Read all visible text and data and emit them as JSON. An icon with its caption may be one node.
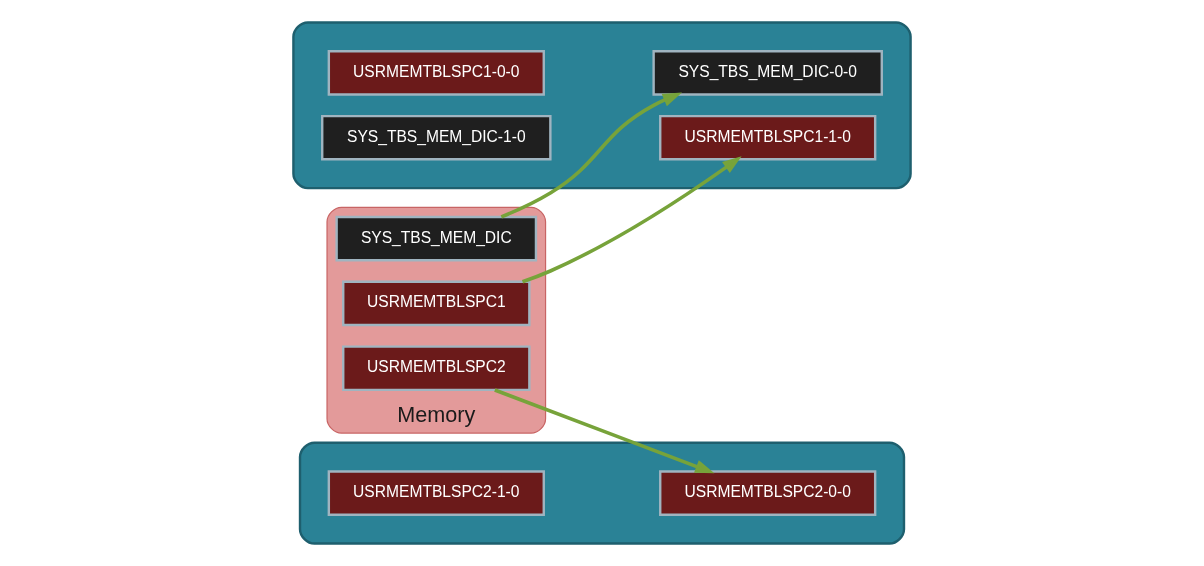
{
  "diagram": {
    "nodes": [
      {
        "text": [
          "Memory"
        ]
      },
      {
        "text": [
          "SYS_TBS_MEM_DIC"
        ],
        "in": 0
      },
      {
        "text": [
          "USRMEMTBLSPC1"
        ],
        "in": 0
      },
      {
        "text": [
          "USRMEMTBLSPC2"
        ],
        "in": 0
      },
      {
        "text": [],
        "shape": "cylinder"
      },
      {
        "text": [
          "SYS_TBS_MEM_DIC-0-0"
        ],
        "in": 4
      },
      {
        "text": [
          "USRMEMTBLSPC1-0-0"
        ],
        "in": 4
      },
      {
        "text": [
          "SYS_TBS_MEM_DIC-1-0"
        ],
        "in": 4
      },
      {
        "text": [
          "USRMEMTBLSPC1-1-0"
        ],
        "in": 4
      },
      {
        "text": [],
        "shape": "cylinder"
      },
      {
        "text": [
          "USRMEMTBLSPC2-0-0"
        ],
        "in": 9
      },
      {
        "text": [
          "USRMEMTBLSPC2-1-0"
        ],
        "in": 9
      }
    ],
    "edges": [
      {
        "from": 1,
        "to": 5,
        "arrow": "to"
      },
      {
        "from": 2,
        "to": 8,
        "arrow": "to"
      },
      {
        "from": 3,
        "to": 10,
        "arrow": "to"
      }
    ]
  }
}
